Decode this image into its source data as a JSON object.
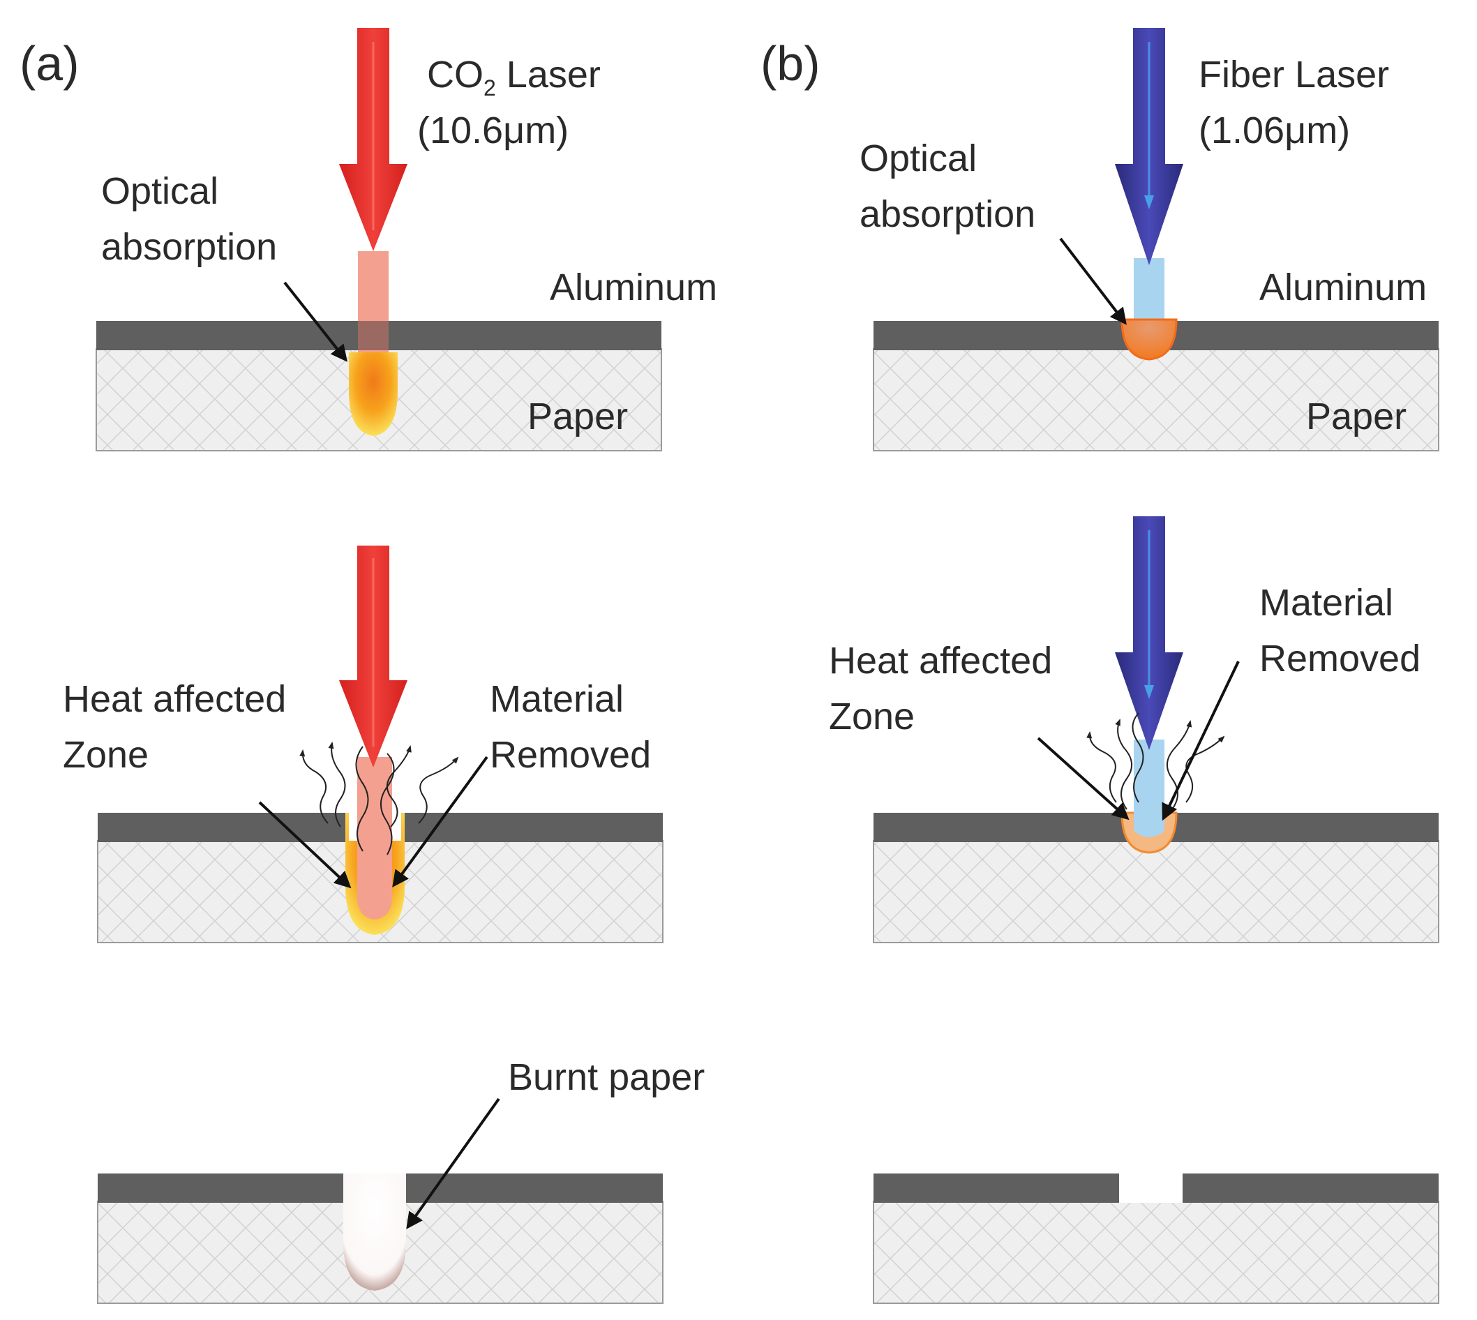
{
  "figure": {
    "panel_a": {
      "label": "(a)",
      "laser_name_prefix": "CO",
      "laser_name_subscript": "2",
      "laser_name_suffix": " Laser",
      "wavelength": "(10.6μm)",
      "optical_1": "Optical",
      "optical_2": "absorption",
      "aluminum": "Aluminum",
      "paper": "Paper",
      "heat_1": "Heat affected",
      "heat_2": "Zone",
      "material_1": "Material",
      "material_2": "Removed",
      "burnt": "Burnt paper"
    },
    "panel_b": {
      "label": "(b)",
      "laser_name": "Fiber Laser",
      "wavelength": "(1.06μm)",
      "optical_1": "Optical",
      "optical_2": "absorption",
      "aluminum": "Aluminum",
      "paper": "Paper",
      "heat_1": "Heat affected",
      "heat_2": "Zone",
      "material_1": "Material",
      "material_2": "Removed"
    },
    "colors": {
      "aluminum": "#5f5f5f",
      "paper": "#eeeeee",
      "co2_laser": "#e02a25",
      "fiber_laser": "#2f2f8a",
      "co2_beam": "#f4a090",
      "fiber_beam": "#a8d4f0",
      "hot_spot": "#f58a1f"
    }
  }
}
